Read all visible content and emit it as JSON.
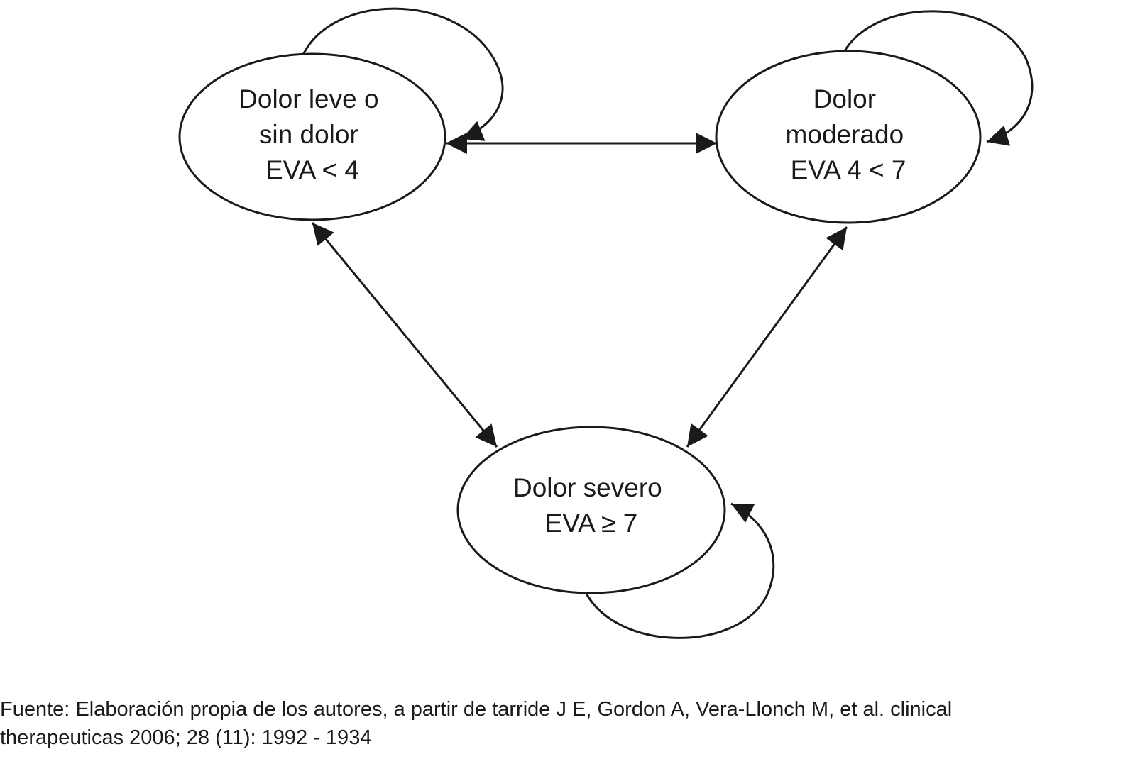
{
  "nodes": {
    "mild": {
      "lines": [
        "Dolor leve o",
        "sin dolor",
        "EVA < 4"
      ]
    },
    "moderate": {
      "lines": [
        "Dolor",
        "moderado",
        "EVA 4 < 7"
      ]
    },
    "severe": {
      "lines": [
        "Dolor severo",
        "EVA ≥ 7"
      ]
    }
  },
  "edges": [
    {
      "from": "mild",
      "to": "moderate",
      "type": "bidirectional"
    },
    {
      "from": "mild",
      "to": "severe",
      "type": "bidirectional"
    },
    {
      "from": "moderate",
      "to": "severe",
      "type": "bidirectional"
    },
    {
      "from": "mild",
      "to": "mild",
      "type": "self-loop"
    },
    {
      "from": "moderate",
      "to": "moderate",
      "type": "self-loop"
    },
    {
      "from": "severe",
      "to": "severe",
      "type": "self-loop"
    }
  ],
  "source": {
    "line1": "Fuente: Elaboración propia de los autores, a partir de tarride J E, Gordon A, Vera-Llonch M, et al. clinical",
    "line2": "therapeuticas 2006; 28 (11): 1992 - 1934"
  }
}
